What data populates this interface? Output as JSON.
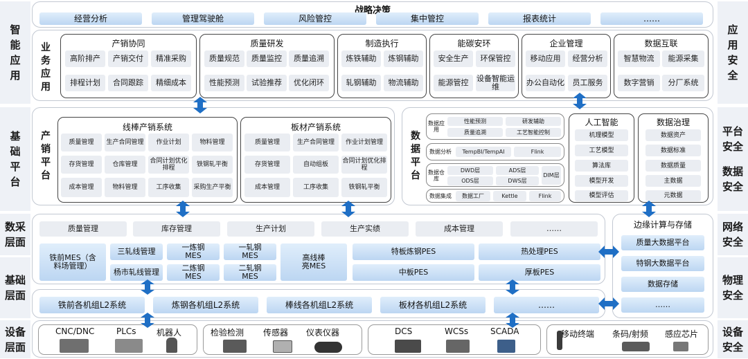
{
  "side_left": {
    "app": "智能应用",
    "platform": "基础平台",
    "data_collect": "数采层面",
    "base": "基础层面",
    "device": "设备层面"
  },
  "side_right": {
    "app_sec": "应用安全",
    "platform_sec": "平台安全",
    "data_sec": "数据安全",
    "net_sec": "网络安全",
    "phys_sec": "物理安全",
    "dev_sec": "设备安全"
  },
  "strategy": {
    "title": "战略决策",
    "items": [
      "经营分析",
      "管理驾驶舱",
      "风险管控",
      "集中管控",
      "报表统计",
      "……"
    ]
  },
  "business": {
    "label": "业务应用",
    "groups": [
      {
        "title": "产销协同",
        "items": [
          "高阶排产",
          "产销交付",
          "精准采购",
          "排程计划",
          "合同跟踪",
          "精细成本"
        ]
      },
      {
        "title": "质量研发",
        "items": [
          "质量规范",
          "质量监控",
          "质量追溯",
          "性能预测",
          "试验推荐",
          "优化闭环"
        ]
      },
      {
        "title": "制造执行",
        "items": [
          "炼铁辅助",
          "炼钢辅助",
          "轧钢辅助",
          "物流辅助"
        ]
      },
      {
        "title": "能碳安环",
        "items": [
          "安全生产",
          "环保管控",
          "能源管控",
          "设备智能运维"
        ]
      },
      {
        "title": "企业管理",
        "items": [
          "移动应用",
          "经营分析",
          "办公自动化",
          "员工服务"
        ]
      },
      {
        "title": "数据互联",
        "items": [
          "智慧物流",
          "能源采集",
          "数字营销",
          "分厂系统"
        ]
      }
    ]
  },
  "prod_sales": {
    "label": "产销平台",
    "wire": {
      "title": "线棒产销系统",
      "items": [
        "质量管理",
        "生产合同管理",
        "作业计划",
        "物料管理",
        "存货管理",
        "仓库管理",
        "合同计划优化排程",
        "铁钢轧平衡",
        "成本管理",
        "物料管理",
        "工序收集",
        "采购生产平衡"
      ]
    },
    "plate": {
      "title": "板材产销系统",
      "items": [
        "质量管理",
        "生产合同管理",
        "作业计划管理",
        "存货管理",
        "自动组板",
        "合同计划优化排程",
        "成本管理",
        "工序收集",
        "铁钢轧平衡"
      ]
    }
  },
  "data_platform": {
    "label": "数据平台",
    "app": {
      "label": "数据应用",
      "items": [
        "性能预测",
        "研发辅助",
        "质量追溯",
        "工艺智能控制"
      ]
    },
    "analysis": {
      "label": "数据分析",
      "items": [
        "TempBI/TempAI",
        "Flink"
      ]
    },
    "warehouse": {
      "label": "数据仓库",
      "items": [
        "DWD层",
        "ADS层",
        "DIM层",
        "ODS层",
        "DWS层"
      ]
    },
    "integrate": {
      "label": "数据集成",
      "items": [
        "数据工厂",
        "Kettle",
        "Flink"
      ]
    },
    "ai": {
      "title": "人工智能",
      "items": [
        "机理模型",
        "工艺模型",
        "算法库",
        "模型开发",
        "模型评估"
      ]
    },
    "gov": {
      "title": "数据治理",
      "items": [
        "数据资产",
        "数据标准",
        "数据质量",
        "主数据",
        "元数据"
      ]
    }
  },
  "collect": {
    "items": [
      "质量管理",
      "库存管理",
      "生产计划",
      "生产实绩",
      "成本管理",
      "……"
    ]
  },
  "mes": {
    "ironmes": "铁前MES（含料场管理）",
    "rolling": [
      "三轧线管理",
      "杨市轧线管理"
    ],
    "steel": [
      "一炼钢MES",
      "二炼钢MES"
    ],
    "roll": [
      "一轧钢MES",
      "二轧钢MES"
    ],
    "bar": "高线棒亮MES",
    "pes": [
      "特板炼钢PES",
      "热处理PES",
      "中板PES",
      "厚板PES"
    ]
  },
  "l2": {
    "items": [
      "铁前各机组L2系统",
      "炼钢各机组L2系统",
      "棒线各机组L2系统",
      "板材各机组L2系统",
      "……"
    ]
  },
  "edge": {
    "title": "边缘计算与存储",
    "items": [
      "质量大数据平台",
      "特钢大数据平台",
      "数据存储",
      "……"
    ]
  },
  "devices": {
    "g1": [
      "CNC/DNC",
      "PLCs",
      "机器人"
    ],
    "g2": [
      "检验检测",
      "传感器",
      "仪表仪器"
    ],
    "g3": [
      "DCS",
      "WCSs",
      "SCADA"
    ],
    "g4": [
      "移动终端",
      "条码/射频",
      "感应芯片"
    ]
  }
}
